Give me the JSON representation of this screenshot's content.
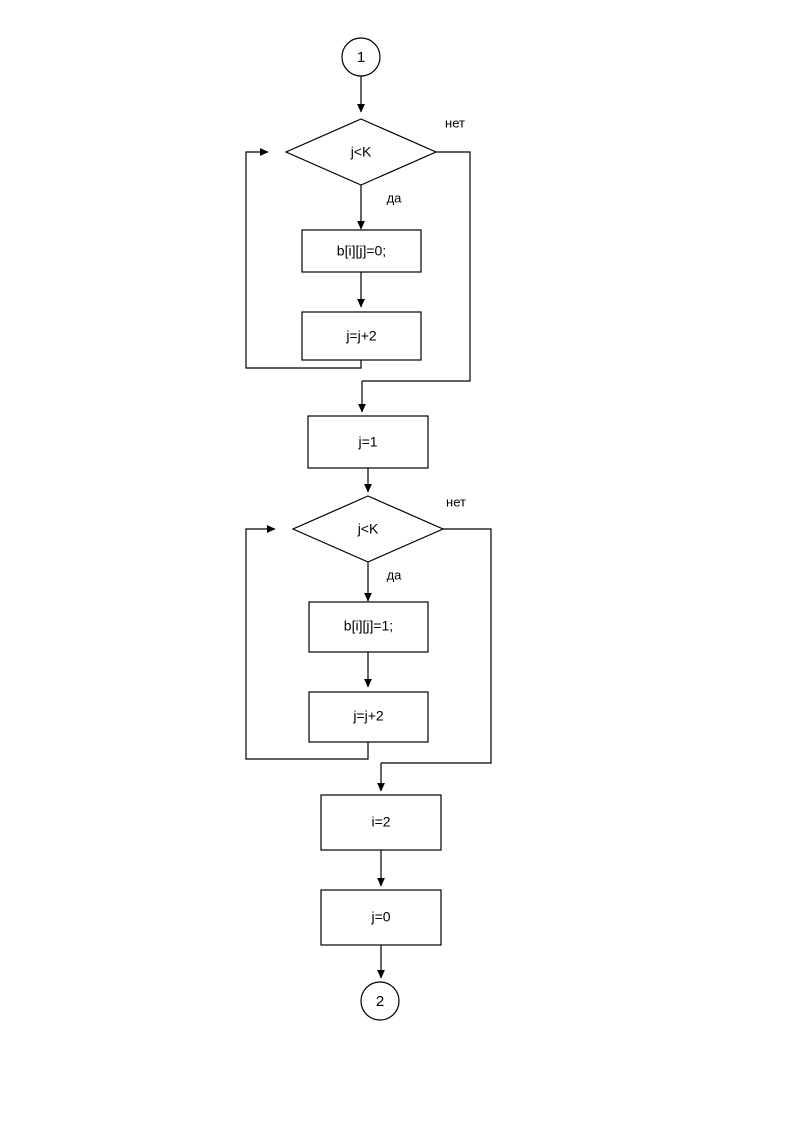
{
  "diagram": {
    "type": "flowchart",
    "title": "",
    "background_color": "#ffffff",
    "line_color": "#000000",
    "text_color": "#000000",
    "nodes": {
      "connector_in": {
        "label": "1",
        "shape": "circle"
      },
      "decision_1": {
        "label": "j<K",
        "shape": "diamond"
      },
      "process_1": {
        "label": "b[i][j]=0;",
        "shape": "rectangle"
      },
      "process_2": {
        "label": "j=j+2",
        "shape": "rectangle"
      },
      "process_3": {
        "label": "j=1",
        "shape": "rectangle"
      },
      "decision_2": {
        "label": "j<K",
        "shape": "diamond"
      },
      "process_4": {
        "label": "b[i][j]=1;",
        "shape": "rectangle"
      },
      "process_5": {
        "label": "j=j+2",
        "shape": "rectangle"
      },
      "process_6": {
        "label": "i=2",
        "shape": "rectangle"
      },
      "process_7": {
        "label": "j=0",
        "shape": "rectangle"
      },
      "connector_out": {
        "label": "2",
        "shape": "circle"
      }
    },
    "branch_labels": {
      "decision_1_no": "нет",
      "decision_1_yes": "да",
      "decision_2_no": "нет",
      "decision_2_yes": "да"
    }
  }
}
